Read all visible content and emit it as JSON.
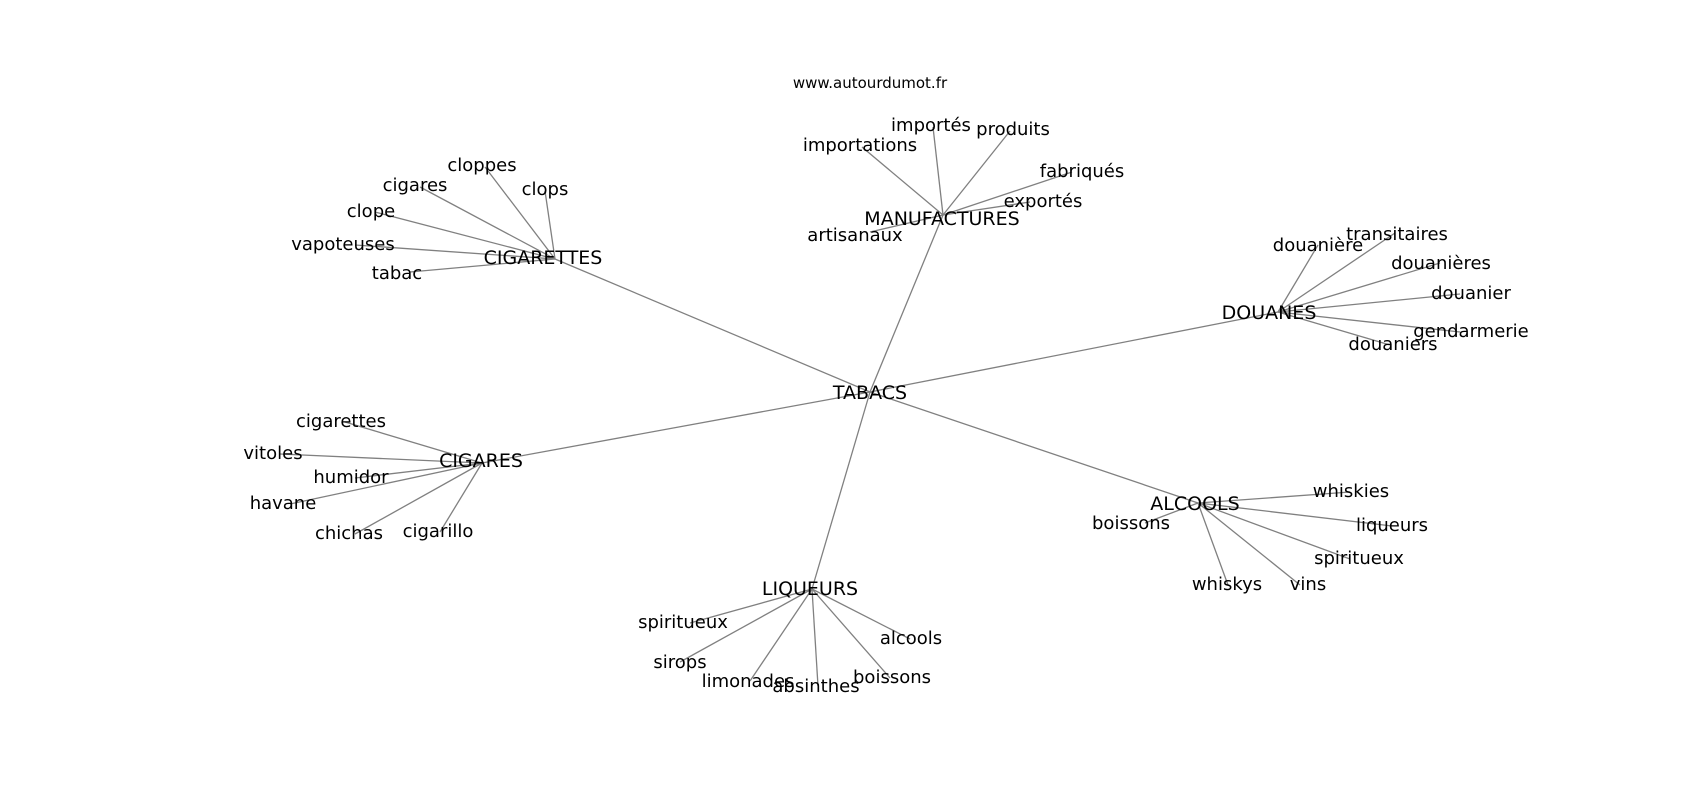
{
  "source": "www.autourdumot.fr",
  "edge_color": "#808080",
  "root": "TABACS",
  "groups": [
    {
      "id": "cigarettes",
      "label": "CIGARETTES",
      "children": [
        "cloppes",
        "cigares",
        "clops",
        "clope",
        "vapoteuses",
        "tabac"
      ]
    },
    {
      "id": "manufactures",
      "label": "MANUFACTURES",
      "children": [
        "importés",
        "produits",
        "importations",
        "fabriqués",
        "exportés",
        "artisanaux"
      ]
    },
    {
      "id": "douanes",
      "label": "DOUANES",
      "children": [
        "douanière",
        "transitaires",
        "douanières",
        "douanier",
        "gendarmerie",
        "douaniers"
      ]
    },
    {
      "id": "cigares",
      "label": "CIGARES",
      "children": [
        "cigarettes",
        "vitoles",
        "humidor",
        "havane",
        "chichas",
        "cigarillo"
      ]
    },
    {
      "id": "alcools",
      "label": "ALCOOLS",
      "children": [
        "whiskies",
        "liqueurs",
        "spiritueux",
        "whiskys",
        "vins",
        "boissons"
      ]
    },
    {
      "id": "liqueurs",
      "label": "LIQUEURS",
      "children": [
        "spiritueux",
        "alcools",
        "sirops",
        "boissons",
        "limonades",
        "absinthes"
      ]
    }
  ]
}
